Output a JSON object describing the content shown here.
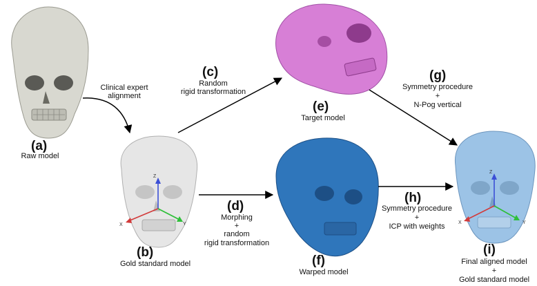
{
  "panels": {
    "a": {
      "tag": "(a)",
      "caption": "Raw model"
    },
    "b": {
      "tag": "(b)",
      "caption": "Gold standard model"
    },
    "c": {
      "tag": "(c)",
      "line1": "Random",
      "line2": "rigid transformation"
    },
    "d": {
      "tag": "(d)",
      "line1": "Morphing",
      "line2": "+",
      "line3": "random",
      "line4": "rigid transformation"
    },
    "e": {
      "tag": "(e)",
      "caption": "Target model"
    },
    "f": {
      "tag": "(f)",
      "caption": "Warped model"
    },
    "g": {
      "tag": "(g)",
      "line1": "Symmetry procedure",
      "line2": "+",
      "line3": "N-Pog vertical"
    },
    "h": {
      "tag": "(h)",
      "line1": "Symmetry procedure",
      "line2": "+",
      "line3": "ICP with weights"
    },
    "i": {
      "tag": "(i)",
      "line1": "Final aligned model",
      "line2": "+",
      "line3": "Gold standard model"
    }
  },
  "alignment": {
    "line1": "Clinical expert",
    "line2": "alignment"
  },
  "axes": {
    "z": "Z",
    "x": "X",
    "y": "Y"
  },
  "colors": {
    "raw_bone": "#d8d8d0",
    "gold_bone": "#e6e6e6",
    "target_pink": "#d77fd6",
    "warped_blue": "#2f76bb",
    "final_blue": "#9cc3e6",
    "axis_z": "#3b4fd6",
    "axis_x": "#d23a3a",
    "axis_y": "#2fbf3a"
  }
}
